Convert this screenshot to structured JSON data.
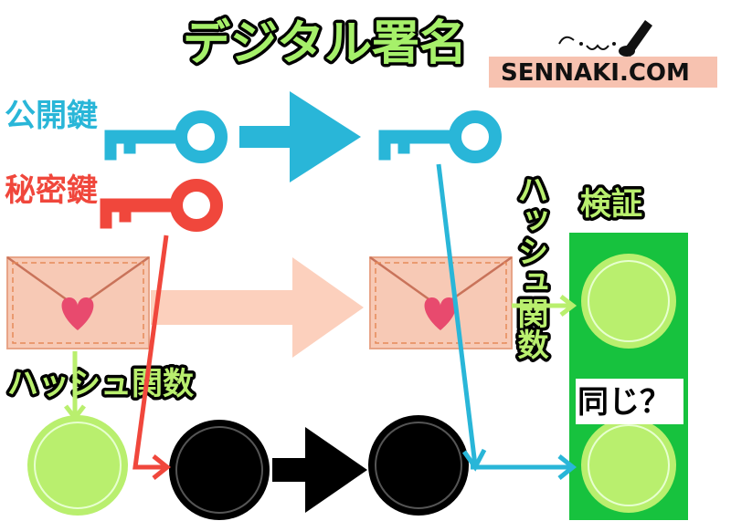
{
  "title": "デジタル署名",
  "brand": "SENNAKI.COM",
  "labels": {
    "public_key": "公開鍵",
    "private_key": "秘密鍵",
    "hash_function": "ハッシュ関数",
    "hash_function_vertical": "ハッシュ関数",
    "verify": "検証",
    "same": "同じ？"
  },
  "colors": {
    "public_key": "#29b6d8",
    "private_key": "#f0473c",
    "hash_circle": "#b9ef6e",
    "verify_panel": "#17c23e",
    "envelope": "#f7c9b5",
    "envelope_arrow": "#fcd0bd",
    "black": "#000000"
  },
  "icons": [
    "key-icon",
    "envelope-heart-icon",
    "arrow-icon",
    "circle-icon",
    "ink-brush-icon"
  ]
}
